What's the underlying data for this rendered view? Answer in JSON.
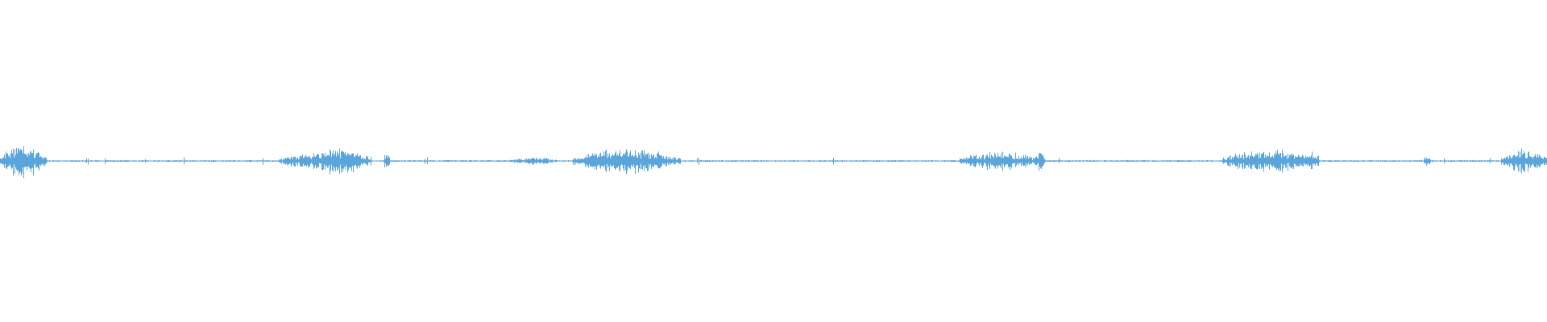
{
  "waveform": {
    "color": "#5aa5dc",
    "background": "#ffffff",
    "bursts": [
      {
        "start": 0.0,
        "end": 0.03,
        "level": 0.9
      },
      {
        "start": 0.18,
        "end": 0.21,
        "level": 0.35
      },
      {
        "start": 0.195,
        "end": 0.24,
        "level": 0.7
      },
      {
        "start": 0.248,
        "end": 0.252,
        "level": 0.6
      },
      {
        "start": 0.33,
        "end": 0.36,
        "level": 0.2
      },
      {
        "start": 0.37,
        "end": 0.44,
        "level": 0.65
      },
      {
        "start": 0.62,
        "end": 0.67,
        "level": 0.5
      },
      {
        "start": 0.668,
        "end": 0.675,
        "level": 0.6
      },
      {
        "start": 0.79,
        "end": 0.85,
        "level": 0.65
      },
      {
        "start": 0.843,
        "end": 0.853,
        "level": 0.55
      },
      {
        "start": 0.92,
        "end": 0.925,
        "level": 0.3
      },
      {
        "start": 0.97,
        "end": 1.0,
        "level": 0.6
      }
    ],
    "noise_level": 0.04
  }
}
